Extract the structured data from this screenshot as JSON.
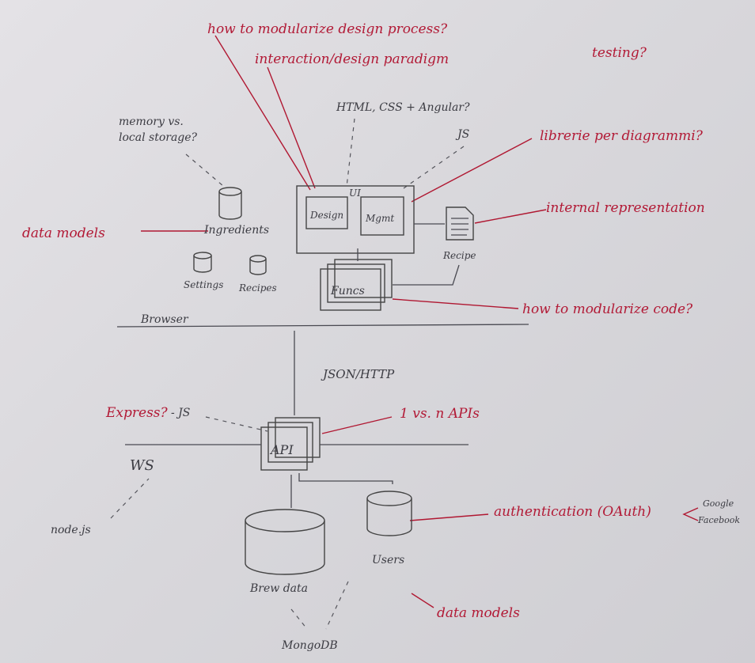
{
  "annotations_red": {
    "modularize_design": "how to modularize design process?",
    "paradigm": "interaction/design paradigm",
    "testing": "testing?",
    "libraries": "librerie per diagrammi?",
    "internal_repr": "internal representation",
    "data_models_left": "data models",
    "modularize_code": "how to modularize code?",
    "express": "Express?",
    "apis": "1 vs. n APIs",
    "authentication": "authentication (OAuth)",
    "data_models_bottom": "data models"
  },
  "annotations_pencil": {
    "memory": "memory vs.",
    "local_storage": "local storage?",
    "html_css": "HTML, CSS + Angular?",
    "js_top": "JS",
    "js_express": "- JS",
    "google": "Google",
    "facebook": "Facebook",
    "nodejs": "node.js",
    "mongodb": "MongoDB"
  },
  "components": {
    "ui": "UI",
    "design": "Design",
    "mgmt": "Mgmt",
    "funcs": "Funcs",
    "recipe": "Recipe",
    "ingredients": "Ingredients",
    "settings": "Settings",
    "recipes": "Recipes",
    "browser": "Browser",
    "json_http": "JSON/HTTP",
    "api": "API",
    "ws": "WS",
    "brew_data": "Brew data",
    "users": "Users"
  }
}
